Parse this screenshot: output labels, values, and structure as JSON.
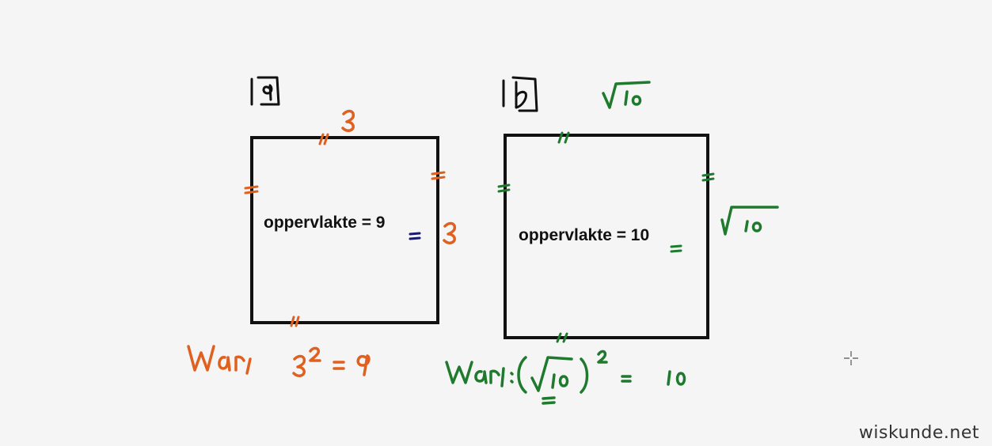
{
  "colors": {
    "background": "#f5f5f5",
    "ink": "#111111",
    "orange": "#e0601f",
    "green": "#1f7a2e",
    "navy": "#1a1a6e"
  },
  "part_a": {
    "tag": "a",
    "side_top": "3",
    "side_right": "3",
    "area_text": "oppervlakte = 9",
    "reason": "Want 3² = 9"
  },
  "part_b": {
    "tag": "b",
    "side_top": "√10",
    "side_right": "√10",
    "area_text": "oppervlakte = 10",
    "reason": "Want: (√10)² = 10"
  },
  "watermark": "wiskunde.net"
}
